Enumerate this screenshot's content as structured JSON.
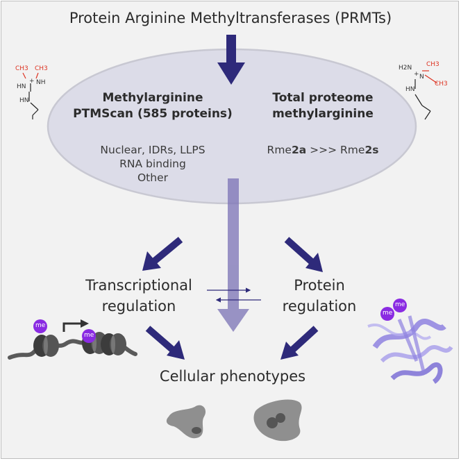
{
  "title": "Protein Arginine Methyltransferases (PRMTs)",
  "left_box": {
    "heading_line1": "Methylarginine",
    "heading_line2": "PTMScan (585 proteins)",
    "items": [
      "Nuclear, IDRs, LLPS",
      "RNA binding",
      "Other"
    ]
  },
  "right_box": {
    "heading_line1": "Total proteome",
    "heading_line2": "methylarginine",
    "ratio_pre": "Rme",
    "ratio_a": "2a",
    "ratio_mid": " >>> Rme",
    "ratio_s": "2s"
  },
  "transcriptional": {
    "line1": "Transcriptional",
    "line2": "regulation"
  },
  "protein": {
    "line1": "Protein",
    "line2": "regulation"
  },
  "phenotypes": "Cellular phenotypes",
  "me_label": "me",
  "chem_left": {
    "ch3a": "CH3",
    "ch3b": "CH3",
    "nh": "NH",
    "hn1": "HN",
    "hn2": "HN",
    "plus": "+"
  },
  "chem_right": {
    "h2n": "H2N",
    "n": "N",
    "ch3a": "CH3",
    "ch3b": "CH3",
    "hn": "HN",
    "plus": "+"
  },
  "colors": {
    "arrow": "#2e2a7a",
    "ellipse": "#dcdce8",
    "protein": "#8f83e0",
    "me_ball": "#8a2be2",
    "nucleosome": "#3c3c3c"
  }
}
